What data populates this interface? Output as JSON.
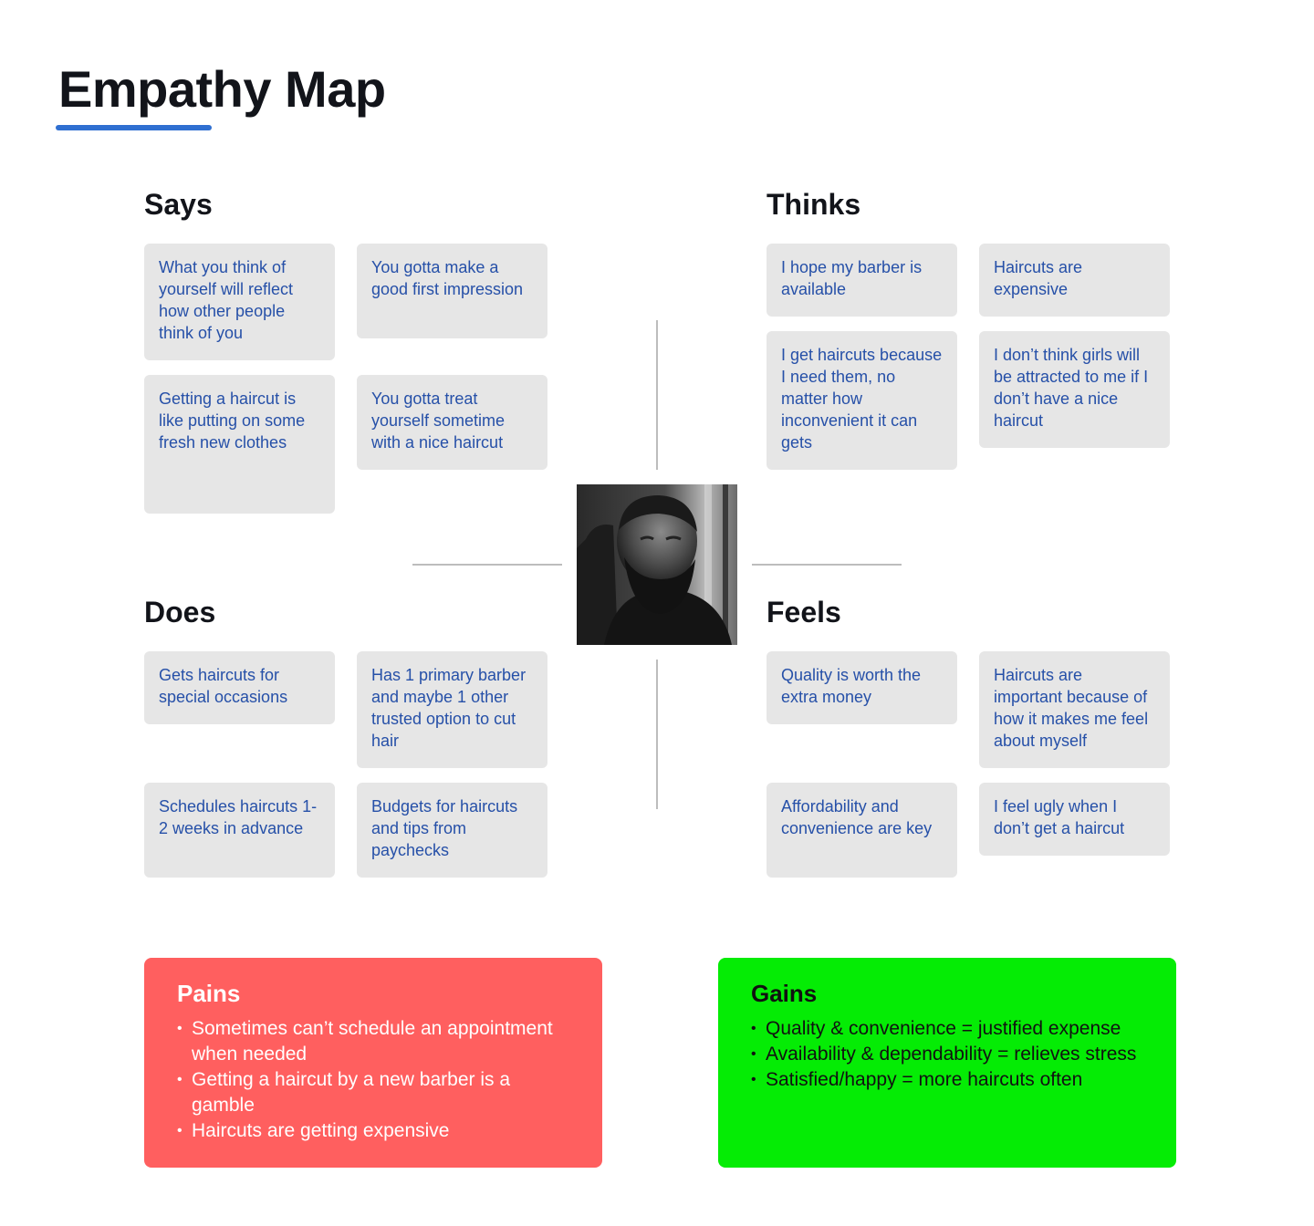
{
  "title": "Empathy Map",
  "says": {
    "heading": "Says",
    "notes": [
      "What you think of yourself will reflect how other people think of you",
      "You gotta make a good first impression",
      "Getting a haircut is like putting on some fresh new clothes",
      "You gotta treat yourself sometime with a nice haircut"
    ]
  },
  "thinks": {
    "heading": "Thinks",
    "notes": [
      "I hope my barber is available",
      "Haircuts are expensive",
      "I get haircuts because I need them, no matter how inconvenient it can gets",
      "I don’t think girls will be attracted to me if I don’t have a nice haircut"
    ]
  },
  "does": {
    "heading": "Does",
    "notes": [
      "Gets haircuts for special occasions",
      "Has 1 primary barber and maybe 1 other trusted option to cut hair",
      "Schedules haircuts 1-2 weeks in advance",
      "Budgets for haircuts and tips from paychecks"
    ]
  },
  "feels": {
    "heading": "Feels",
    "notes": [
      "Quality is worth the extra money",
      "Haircuts are important because of how it makes me feel about myself",
      "Affordability and convenience are key",
      "I feel ugly when I don’t get a haircut"
    ]
  },
  "pains": {
    "heading": "Pains",
    "items": [
      "Sometimes can’t schedule an appointment when needed",
      "Getting a haircut by a new barber is a gamble",
      "Haircuts are getting expensive"
    ]
  },
  "gains": {
    "heading": "Gains",
    "items": [
      "Quality & convenience = justified expense",
      "Availability & dependability = relieves stress",
      "Satisfied/happy = more haircuts often"
    ]
  },
  "bullet": "•",
  "colors": {
    "accent": "#2f6fd1",
    "note_bg": "#e6e6e6",
    "note_text": "#2650a8",
    "pains_bg": "#ff5f5f",
    "gains_bg": "#05ec05"
  }
}
